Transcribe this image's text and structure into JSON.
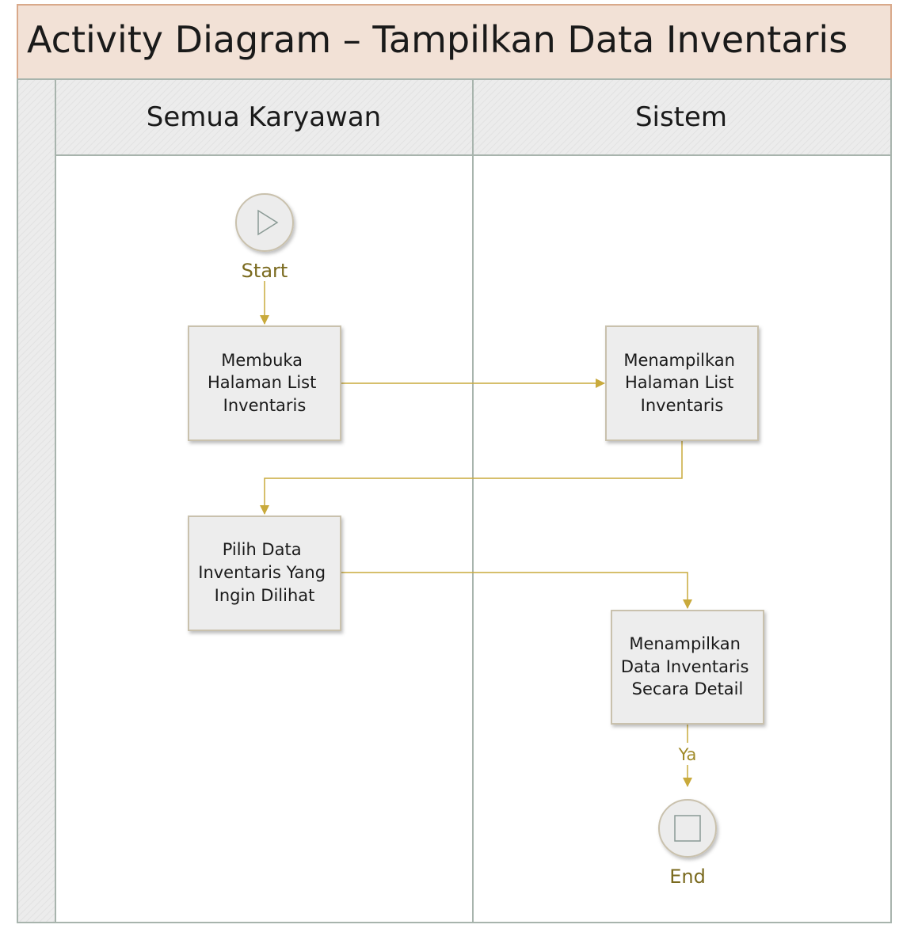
{
  "title": "Activity Diagram – Tampilkan Data Inventaris",
  "lanes": {
    "left": "Semua Karyawan",
    "right": "Sistem"
  },
  "nodes": {
    "start": "Start",
    "end": "End"
  },
  "activities": {
    "a1": [
      "Membuka",
      "Halaman List",
      "Inventaris"
    ],
    "a2": [
      "Menampilkan",
      "Halaman List",
      "Inventaris"
    ],
    "a3": [
      "Pilih Data",
      "Inventaris Yang",
      "Ingin Dilihat"
    ],
    "a4": [
      "Menampilkan",
      "Data Inventaris",
      "Secara Detail"
    ]
  },
  "edge_labels": {
    "to_end": "Ya"
  },
  "colors": {
    "title_fill": "#f2e1d6",
    "lane_header_fill": "#ededed",
    "activity_fill": "#ededed",
    "connector": "#c9aa3c",
    "border": "#a8b4ad"
  }
}
